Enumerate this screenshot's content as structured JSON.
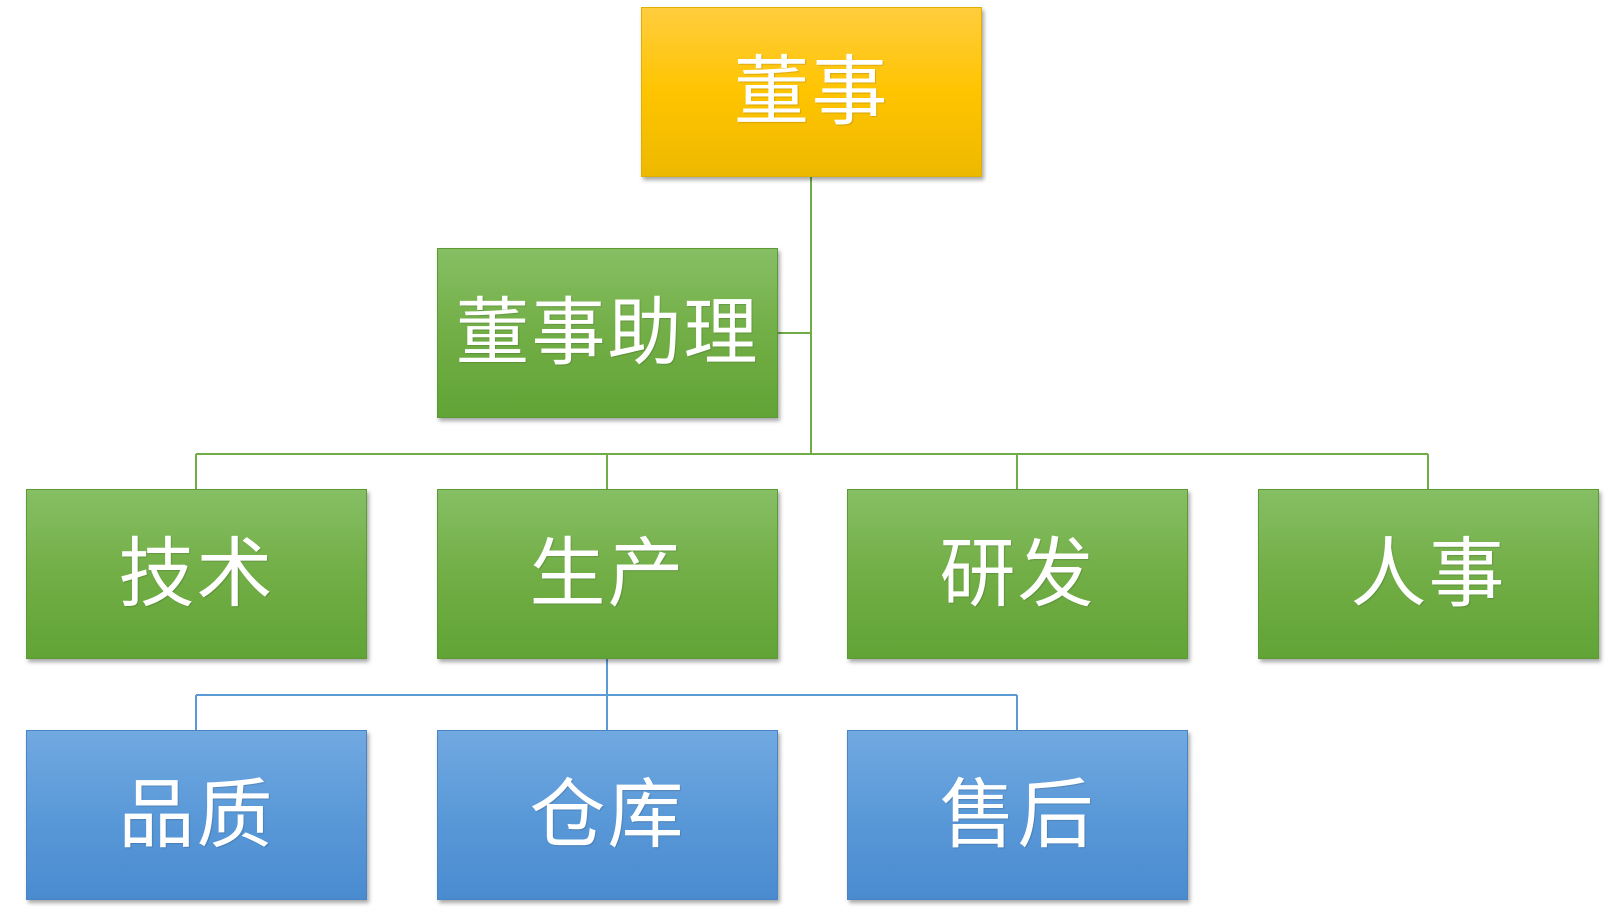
{
  "diagram": {
    "root": {
      "label": "董事",
      "color": "#ffc400"
    },
    "assistant": {
      "label": "董事助理",
      "color": "#72ae46"
    },
    "departments": [
      {
        "label": "技术",
        "color": "#72ae46"
      },
      {
        "label": "生产",
        "color": "#72ae46"
      },
      {
        "label": "研发",
        "color": "#72ae46"
      },
      {
        "label": "人事",
        "color": "#72ae46"
      }
    ],
    "production_units": [
      {
        "label": "品质",
        "color": "#5a99d8"
      },
      {
        "label": "仓库",
        "color": "#5a99d8"
      },
      {
        "label": "售后",
        "color": "#5a99d8"
      }
    ],
    "connector_colors": {
      "upper": "#70ad47",
      "lower": "#5b9bd5"
    }
  }
}
